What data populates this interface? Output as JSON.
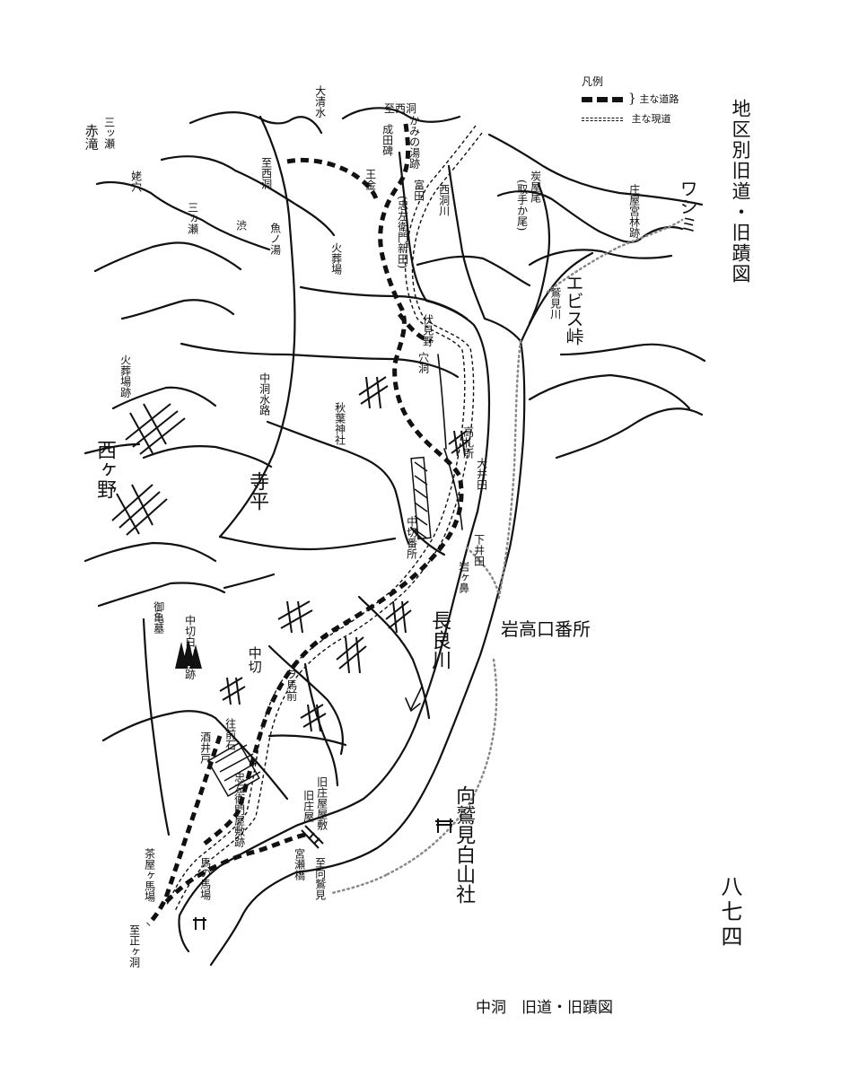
{
  "legend": {
    "title": "凡例",
    "items": [
      {
        "label": "主な道路",
        "style": "old-road-heavy-dash"
      },
      {
        "label": "主な現道",
        "style": "current-road-double-dash"
      }
    ]
  },
  "side_title": "地区別旧道・旧蹟図",
  "page_number": "八七四",
  "caption": "中洞　旧道・旧蹟図",
  "labels": {
    "oshimizu": "大清水",
    "to_nishibora_top": "至西洞",
    "kaminoyu": "かみの湯跡",
    "naruta_hi": "成田碑",
    "ojiro": "王金",
    "tomita": "富田",
    "chuzaemon": "(忠左衛門新田)",
    "nishibora_river": "西洞川",
    "sumiyaoo": "炭屋尾",
    "torigao": "(取手か尾)",
    "shoya_kaku": "庄屋宮林跡",
    "washimi": "ワシミ",
    "ebisu_toge": "エビス峠",
    "washimi_river": "鷲見川",
    "santase": "三ッ瀬",
    "akataki": "赤滝",
    "anaaki": "姥穴",
    "mikase": "三ヵ瀬",
    "shiizuka": "渋",
    "uonoyu": "魚ノ湯",
    "kasoba": "火葬場",
    "fushimino": "伏見野",
    "anabora": "穴洞",
    "nakabora_suiro": "中洞水路",
    "kasoba_ato": "火葬場跡",
    "nishigano": "西ヶ野",
    "akiba_jinja": "秋葉神社",
    "kosatsusho": "高札所",
    "oida": "大井田",
    "terahira": "寺平",
    "nakakiri_bansho": "中切番所",
    "shimoida": "下井田",
    "iwahana": "岩ヶ鼻",
    "nagara_river": "長良川",
    "iwakuchi_bansho": "岩高口番所",
    "okame_haka": "御亀墓",
    "nakakiri_hakusan": "中切白山社跡",
    "nakakiri": "中切",
    "ojomae": "ヲ馬前",
    "sakaide": "酒井戸",
    "omae_ishi": "往前石",
    "chuzaemon_yashiki": "忠左衛門屋敷跡",
    "shoya_ato": "旧庄屋屋敷",
    "kyu_oya": "旧庄屋",
    "uba_bridge": "宮瀬橋",
    "to_mukaiwashimi": "至向鷲見",
    "mukaiwashimi_hakusan": "向鷲見白山社",
    "chaya_baba": "茶屋ヶ馬場",
    "to_masugabora": "至正ヶ洞",
    "uma_no_baba": "馬の馬場"
  }
}
